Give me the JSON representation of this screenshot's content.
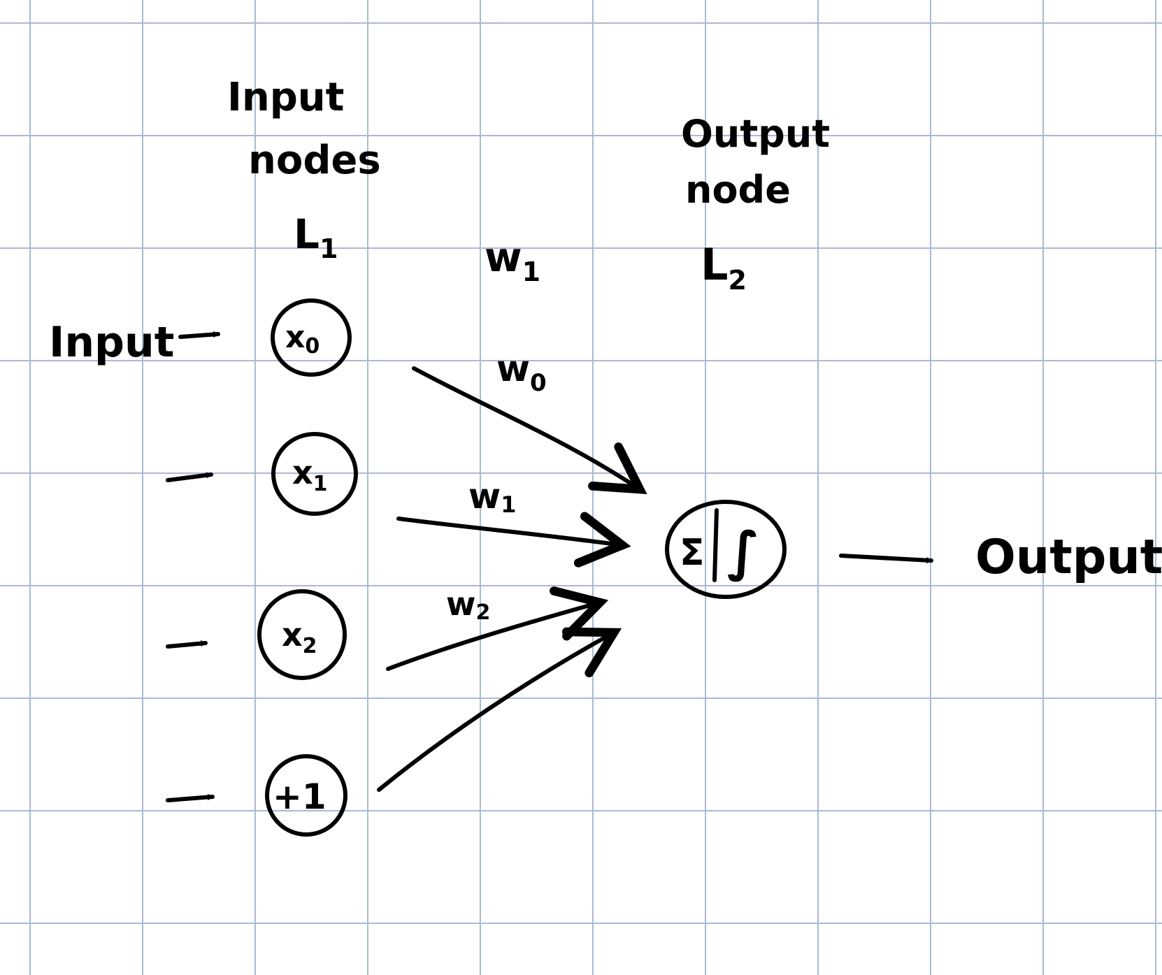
{
  "colors": {
    "grid": "#a9bad4",
    "ink": "#000000",
    "paper": "#ffffff"
  },
  "layer1": {
    "title_line1": "Input",
    "title_line2": "nodes",
    "name": "L",
    "sub": "1"
  },
  "weights_header": {
    "name": "w",
    "sub": "1"
  },
  "layer2": {
    "title_line1": "Output",
    "title_line2": "node",
    "name": "L",
    "sub": "2"
  },
  "input_label": "Input",
  "output_label": "Output",
  "nodes": [
    {
      "name": "x",
      "sub": "0"
    },
    {
      "name": "x",
      "sub": "1"
    },
    {
      "name": "x",
      "sub": "2"
    },
    {
      "name": "+1",
      "sub": ""
    }
  ],
  "weights": [
    {
      "name": "w",
      "sub": "0"
    },
    {
      "name": "w",
      "sub": "1"
    },
    {
      "name": "w",
      "sub": "2"
    }
  ],
  "output_node": {
    "sum_symbol": "Σ",
    "activation_symbol": "∫"
  }
}
